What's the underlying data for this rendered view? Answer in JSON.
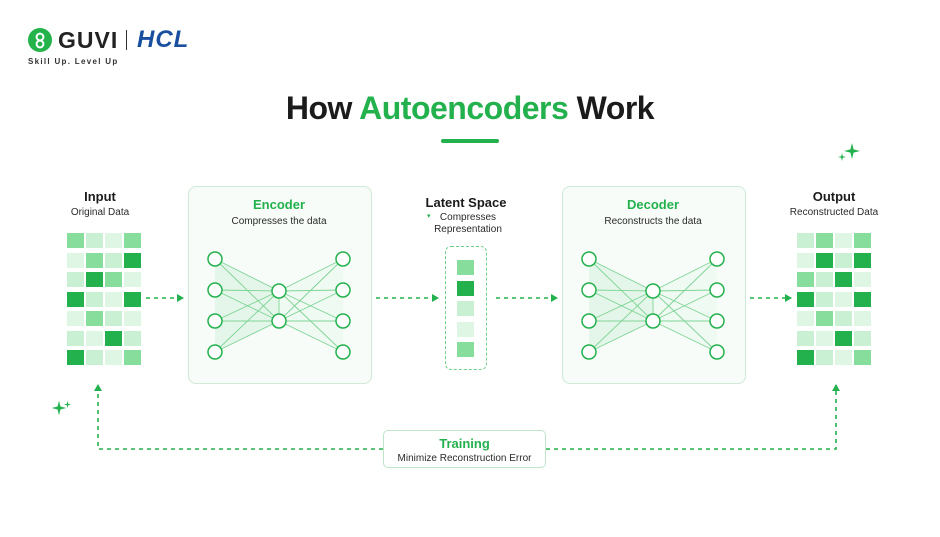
{
  "logo": {
    "brand": "GUVI",
    "partner": "HCL",
    "tagline": "Skill Up. Level Up"
  },
  "title": {
    "prefix": "How ",
    "accent": "Autoencoders",
    "suffix": " Work"
  },
  "input": {
    "label": "Input",
    "sublabel": "Original Data"
  },
  "encoder": {
    "label": "Encoder",
    "sublabel": "Compresses the data"
  },
  "latent": {
    "label": "Latent Space",
    "sublabel_line1": "Compresses",
    "sublabel_line2": "Representation"
  },
  "decoder": {
    "label": "Decoder",
    "sublabel": "Reconstructs the data"
  },
  "output": {
    "label": "Output",
    "sublabel": "Reconstructed Data"
  },
  "training": {
    "label": "Training",
    "sublabel": "Minimize Reconstruction Error"
  },
  "colors": {
    "accent": "#23b14d",
    "shade_light": "#c9f0d3",
    "shade_mid": "#86dd9c",
    "shade_dark": "#23b14d"
  },
  "input_grid": [
    [
      2,
      1,
      0,
      2
    ],
    [
      0,
      2,
      1,
      3
    ],
    [
      1,
      3,
      2,
      0
    ],
    [
      3,
      1,
      0,
      3
    ],
    [
      0,
      2,
      1,
      0
    ],
    [
      1,
      0,
      3,
      1
    ],
    [
      3,
      1,
      0,
      2
    ]
  ],
  "output_grid": [
    [
      1,
      2,
      0,
      2
    ],
    [
      0,
      3,
      1,
      3
    ],
    [
      2,
      1,
      3,
      0
    ],
    [
      3,
      1,
      0,
      3
    ],
    [
      0,
      2,
      1,
      0
    ],
    [
      1,
      0,
      3,
      1
    ],
    [
      3,
      1,
      0,
      2
    ]
  ],
  "latent_cells": [
    2,
    3,
    1,
    0,
    2
  ],
  "icons": [
    "guvi-logo-icon",
    "sparkle-icon",
    "arrow-right-icon",
    "arrow-up-icon"
  ]
}
